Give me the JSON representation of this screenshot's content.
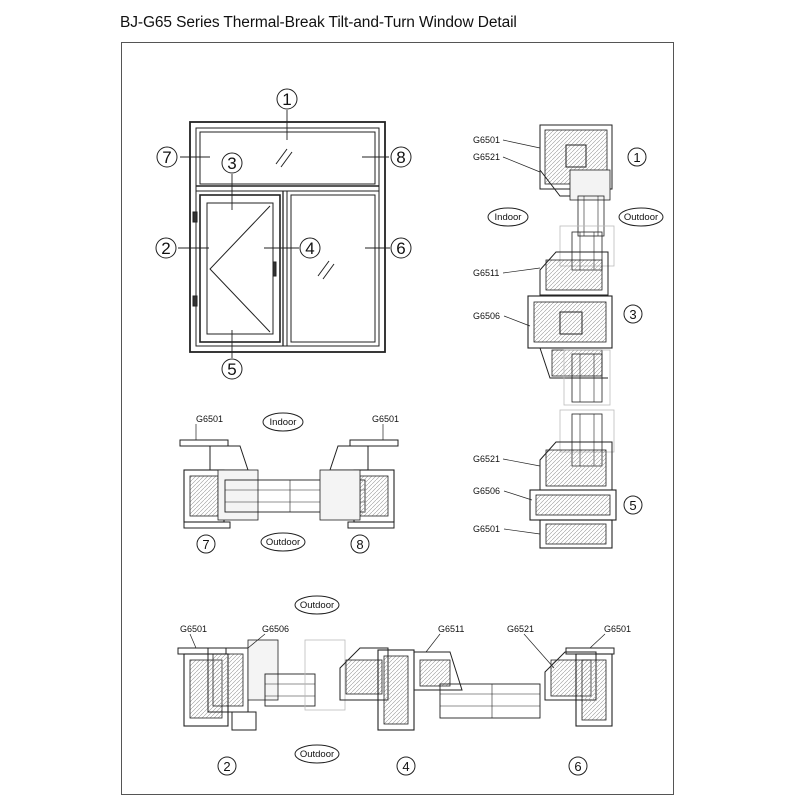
{
  "title": "BJ-G65 Series Thermal-Break Tilt-and-Turn Window Detail",
  "window_callouts": {
    "c1": "1",
    "c2": "2",
    "c3": "3",
    "c4": "4",
    "c5": "5",
    "c6": "6",
    "c7": "7",
    "c8": "8"
  },
  "right_column": {
    "d1": {
      "codes": [
        "G6501",
        "G6521"
      ],
      "number": "1"
    },
    "indoor": "Indoor",
    "outdoor": "Outdoor",
    "d3": {
      "codes": [
        "G6511",
        "G6506"
      ],
      "number": "3"
    },
    "d5": {
      "codes": [
        "G6521",
        "G6506",
        "G6501"
      ],
      "number": "5"
    }
  },
  "middle_row": {
    "left_code": "G6501",
    "right_code": "G6501",
    "indoor": "Indoor",
    "outdoor": "Outdoor",
    "left_number": "7",
    "right_number": "8"
  },
  "bottom_row": {
    "top_tag": "Outdoor",
    "bottom_tag": "Outdoor",
    "codes": [
      "G6501",
      "G6506",
      "G6511",
      "G6521",
      "G6501"
    ],
    "numbers": [
      "2",
      "4",
      "6"
    ]
  }
}
